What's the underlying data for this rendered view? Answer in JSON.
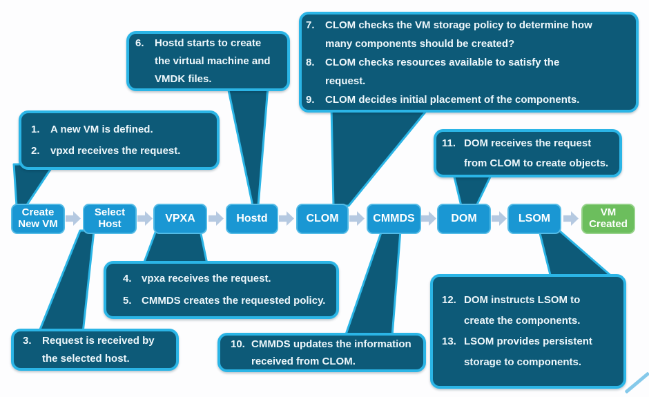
{
  "callouts": [
    {
      "name": "steps-1-2",
      "items": [
        {
          "num": "1.",
          "lines": [
            "A new VM is defined."
          ]
        },
        {
          "num": "2.",
          "lines": [
            "vpxd receives the request."
          ]
        }
      ]
    },
    {
      "name": "step-3",
      "items": [
        {
          "num": "3.",
          "lines": [
            "Request is received by",
            "the selected host."
          ]
        }
      ]
    },
    {
      "name": "steps-4-5",
      "items": [
        {
          "num": "4.",
          "lines": [
            "vpxa receives the request."
          ]
        },
        {
          "num": "5.",
          "lines": [
            "CMMDS creates the requested policy."
          ]
        }
      ]
    },
    {
      "name": "step-6",
      "items": [
        {
          "num": "6.",
          "lines": [
            "Hostd starts to create",
            "the virtual machine and",
            "VMDK files."
          ]
        }
      ]
    },
    {
      "name": "steps-7-9",
      "items": [
        {
          "num": "7.",
          "lines": [
            "CLOM checks the VM storage policy to determine how",
            "many components should be created?"
          ]
        },
        {
          "num": "8.",
          "lines": [
            "CLOM checks resources available to satisfy the",
            "request."
          ]
        },
        {
          "num": "9.",
          "lines": [
            "CLOM decides initial placement of the components."
          ]
        }
      ]
    },
    {
      "name": "step-10",
      "items": [
        {
          "num": "10.",
          "lines": [
            "CMMDS updates the information",
            "received from CLOM."
          ]
        }
      ]
    },
    {
      "name": "step-11",
      "items": [
        {
          "num": "11.",
          "lines": [
            "DOM receives the request",
            "from CLOM to create objects."
          ]
        }
      ]
    },
    {
      "name": "steps-12-13",
      "items": [
        {
          "num": "12.",
          "lines": [
            "DOM instructs LSOM to",
            "create the components."
          ]
        },
        {
          "num": "13.",
          "lines": [
            "LSOM provides persistent",
            "storage to components."
          ]
        }
      ]
    }
  ],
  "flow": {
    "nodes": [
      {
        "lines": [
          "Create",
          "New VM"
        ]
      },
      {
        "lines": [
          "Select",
          "Host"
        ]
      },
      {
        "lines": [
          "VPXA"
        ]
      },
      {
        "lines": [
          "Hostd"
        ]
      },
      {
        "lines": [
          "CLOM"
        ]
      },
      {
        "lines": [
          "CMMDS"
        ]
      },
      {
        "lines": [
          "DOM"
        ]
      },
      {
        "lines": [
          "LSOM"
        ]
      },
      {
        "lines": [
          "VM",
          "Created"
        ]
      }
    ]
  },
  "icons": {
    "flow_arrow": "block-arrow-right"
  },
  "colors": {
    "callout_fill": "#0d5a78",
    "callout_border": "#2bb5e6",
    "node_fill": "#1a97d3",
    "node_border": "#53bbe6",
    "node_end_fill": "#6cbe5d",
    "node_end_border": "#95d289",
    "arrow": "#b5c9e1",
    "text": "#ffffff"
  }
}
